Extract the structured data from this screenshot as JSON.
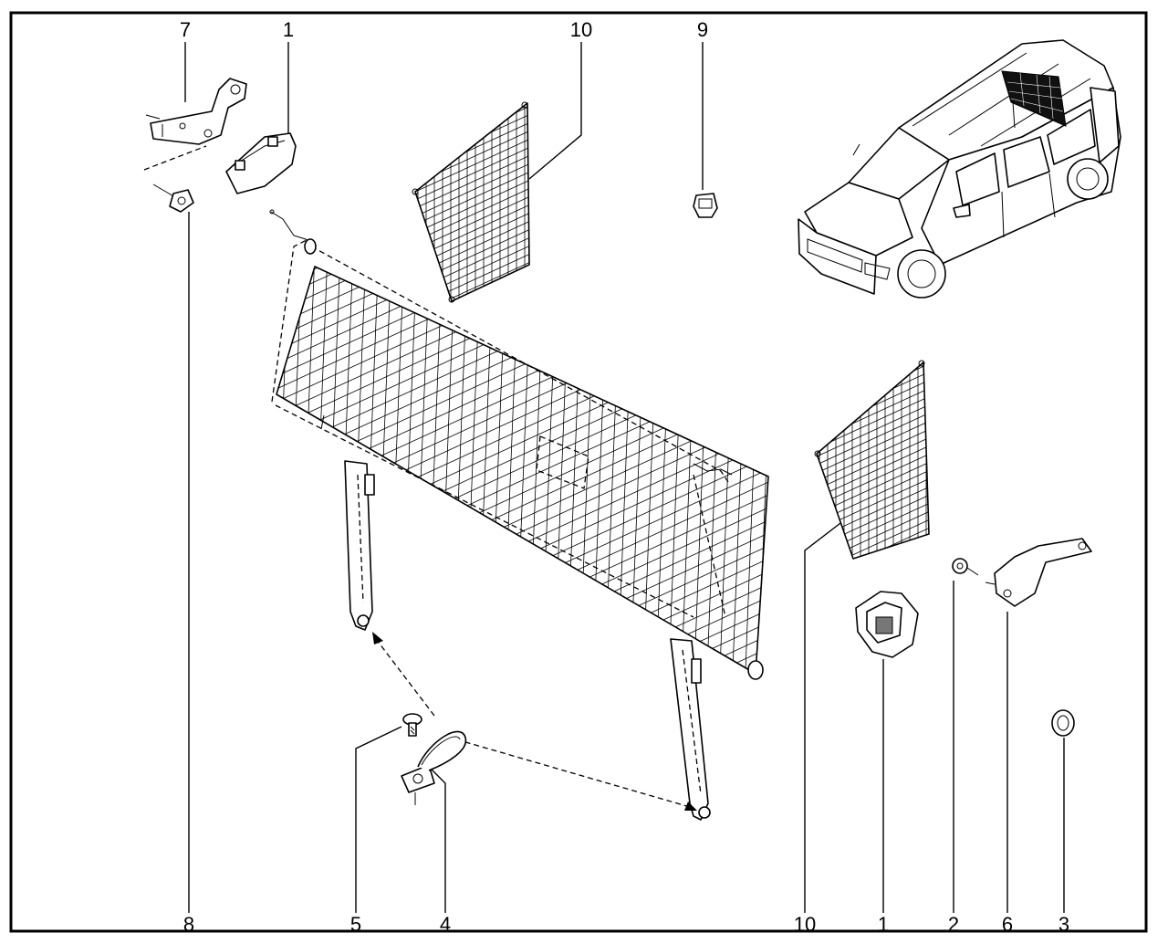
{
  "diagram": {
    "callouts": [
      {
        "id": "c7-top",
        "text": "7"
      },
      {
        "id": "c1-top",
        "text": "1"
      },
      {
        "id": "c10-top",
        "text": "10"
      },
      {
        "id": "c9-top",
        "text": "9"
      },
      {
        "id": "c8-bottom",
        "text": "8"
      },
      {
        "id": "c5-bottom",
        "text": "5"
      },
      {
        "id": "c4-bottom",
        "text": "4"
      },
      {
        "id": "c10-bottom",
        "text": "10"
      },
      {
        "id": "c1-bottom",
        "text": "1"
      },
      {
        "id": "c2-bottom",
        "text": "2"
      },
      {
        "id": "c6-bottom",
        "text": "6"
      },
      {
        "id": "c3-bottom",
        "text": "3"
      }
    ]
  }
}
